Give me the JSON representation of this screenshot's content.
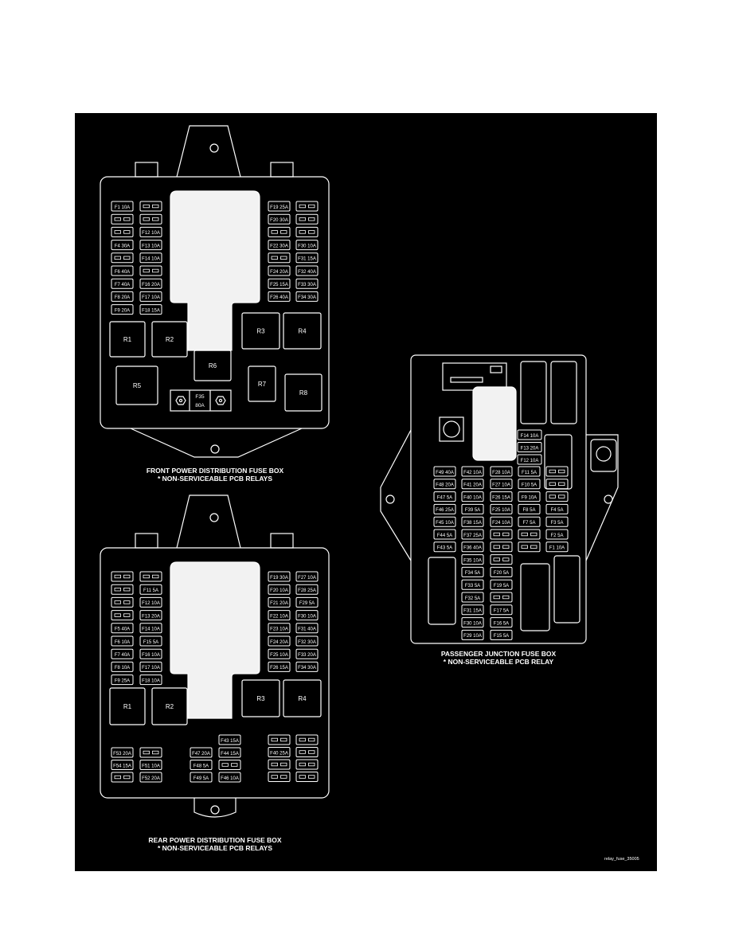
{
  "front_box": {
    "caption_line1": "FRONT POWER DISTRIBUTION FUSE BOX",
    "caption_line2": "* NON-SERVICEABLE PCB RELAYS",
    "left_col1": [
      "F1 10A",
      "",
      "",
      "F4 30A",
      "",
      "F6 40A",
      "F7 40A",
      "F8 20A",
      "F9 20A"
    ],
    "left_col2": [
      "",
      "",
      "F12 10A",
      "F13 10A",
      "F14 10A",
      "",
      "F16 20A",
      "F17 10A",
      "F18 15A"
    ],
    "right_col1": [
      "F19 25A",
      "F20 30A",
      "",
      "F22 30A",
      "",
      "F24 20A",
      "F25 15A",
      "F26 40A"
    ],
    "right_col2": [
      "",
      "",
      "",
      "F30 10A",
      "F31 15A",
      "F32 40A",
      "F33 30A",
      "F34 30A"
    ],
    "relays": [
      "R1",
      "R2",
      "R3",
      "R4",
      "R5",
      "R6",
      "R7",
      "R8"
    ],
    "mega_fuse_line1": "F35",
    "mega_fuse_line2": "80A"
  },
  "rear_box": {
    "caption_line1": "REAR POWER DISTRIBUTION FUSE BOX",
    "caption_line2": "* NON-SERVICEABLE PCB RELAYS",
    "left_col1": [
      "",
      "",
      "",
      "",
      "F5 40A",
      "F6 10A",
      "F7 40A",
      "F8 10A",
      "F9 25A"
    ],
    "left_col2": [
      "",
      "F11 5A",
      "F12 10A",
      "F13 20A",
      "F14 10A",
      "F15 5A",
      "F16 10A",
      "F17 10A",
      "F18 10A"
    ],
    "right_col1": [
      "F19 30A",
      "F20 10A",
      "F21 20A",
      "F22 10A",
      "F23 10A",
      "F24 20A",
      "F25 10A",
      "F26 15A"
    ],
    "right_col2": [
      "F27 10A",
      "F28 25A",
      "F29 5A",
      "F30 10A",
      "F31 40A",
      "F32 30A",
      "F33 20A",
      "F34 30A"
    ],
    "relays": [
      "R1",
      "R2",
      "R3",
      "R4"
    ],
    "bottom_group1_col1": [
      "F53 20A",
      "F54 15A",
      ""
    ],
    "bottom_group1_col2": [
      "",
      "F51 10A",
      "F52 20A"
    ],
    "bottom_group2_top": "F43 15A",
    "bottom_group2_col1": [
      "F47 20A",
      "F48 5A",
      "F49 5A"
    ],
    "bottom_group2_col2": [
      "F44 15A",
      "",
      "F46 10A"
    ],
    "bottom_group3_col1": [
      "",
      "F40 25A",
      "",
      ""
    ],
    "bottom_group3_col2": [
      "",
      "",
      "",
      ""
    ]
  },
  "passenger_box": {
    "caption_line1": "PASSENGER JUNCTION FUSE BOX",
    "caption_line2": "* NON-SERVICEABLE PCB RELAY",
    "col1": [
      "F49 40A",
      "F48 20A",
      "F47 5A",
      "F46 25A",
      "F45 10A",
      "F44 5A",
      "F43 5A"
    ],
    "col2": [
      "F42 10A",
      "F41 20A",
      "F40 10A",
      "F39 5A",
      "F38 15A",
      "F37 25A",
      "F36 40A",
      "F35 10A",
      "F34 5A",
      "F33 5A",
      "F32 5A",
      "F31 15A",
      "F30 10A",
      "F29 10A"
    ],
    "col3": [
      "F28 10A",
      "F27 10A",
      "F26 15A",
      "F25 10A",
      "F24 10A",
      "",
      "",
      "",
      "F20 5A",
      "F19 5A",
      "",
      "F17 5A",
      "F16 5A",
      "F15 5A"
    ],
    "col4": [
      "F11 5A",
      "F10 5A",
      "F9 10A",
      "F8 5A",
      "F7 5A",
      "",
      ""
    ],
    "col5": [
      "",
      "",
      "",
      "F4 5A",
      "F3 5A",
      "F2 5A",
      "F1 10A"
    ],
    "upper_fuses": [
      "F14 10A",
      "F13 20A",
      "F12 10A"
    ]
  },
  "credit": "relay_fuse_35005",
  "colors": {
    "background": "#000000",
    "lines": "#ffffff",
    "pcb_area": "#f2f2f2",
    "page": "#ffffff"
  }
}
